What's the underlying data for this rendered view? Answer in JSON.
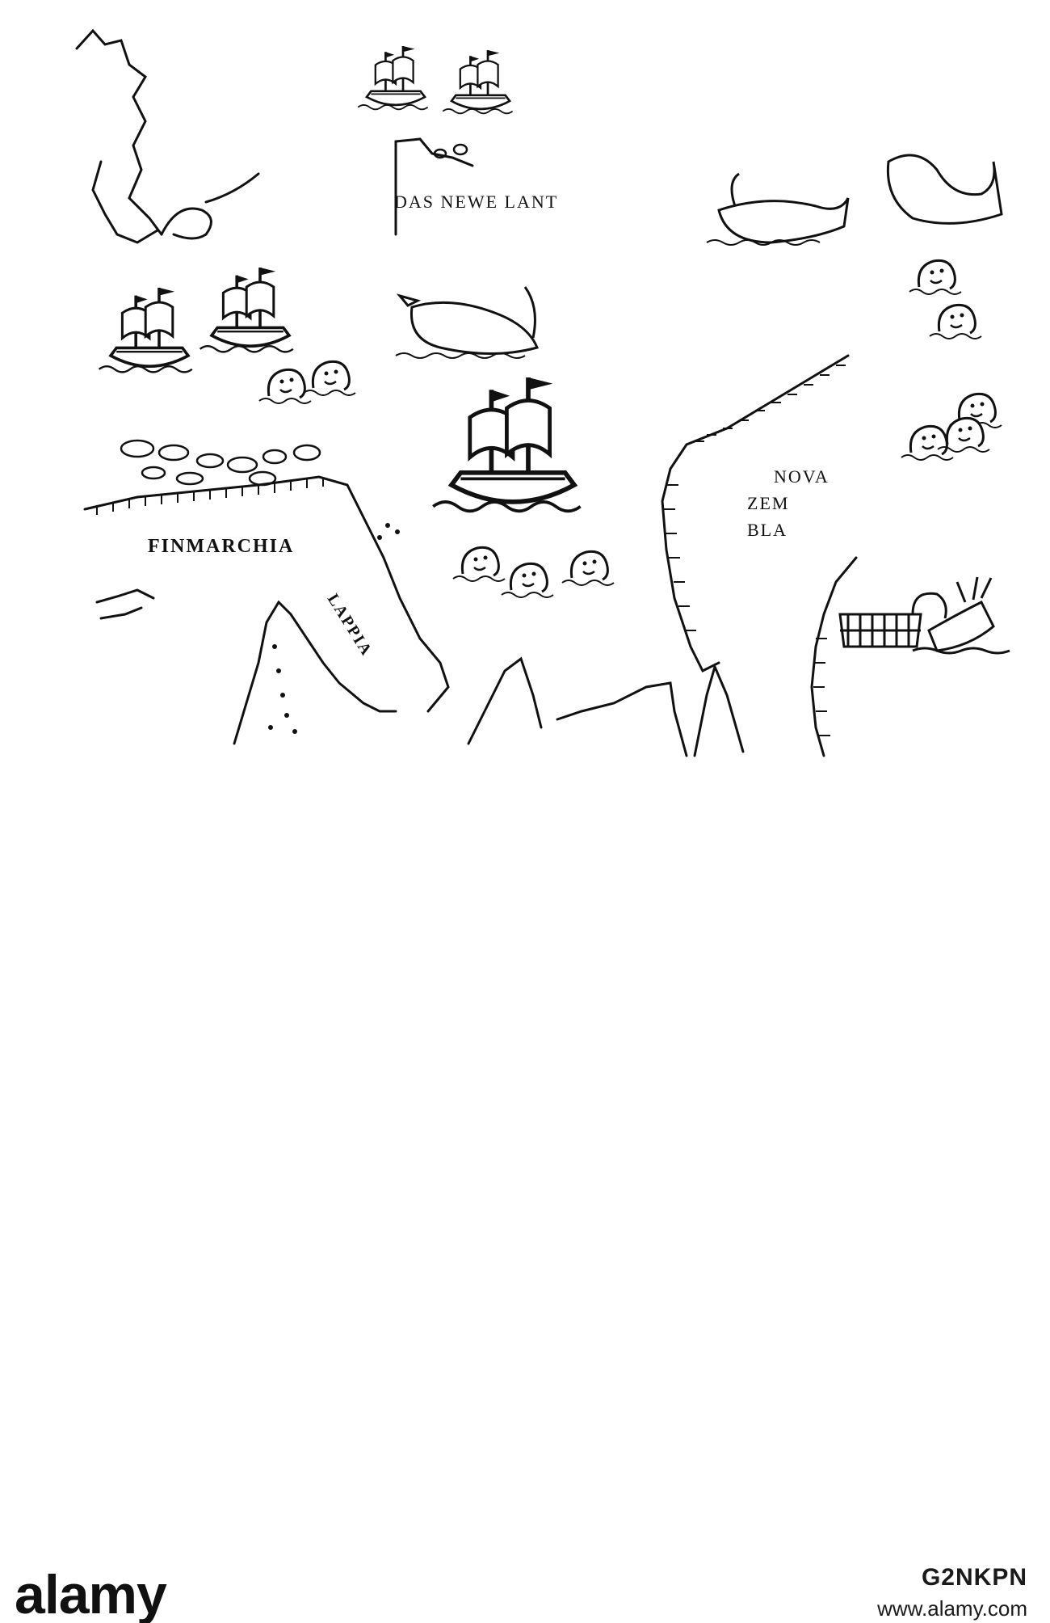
{
  "map": {
    "labels": {
      "das_newe_lant": "DAS NEWE LANT",
      "nova": "NOVA",
      "zem": "ZEM",
      "bla": "BLA",
      "finmarchia": "FINMARCHIA",
      "lappia": "LAPPIA"
    },
    "colors": {
      "ink": "#111111",
      "paper": "#ffffff"
    }
  },
  "watermark": {
    "brand": "alamy",
    "image_id": "G2NKPN",
    "url": "www.alamy.com"
  }
}
